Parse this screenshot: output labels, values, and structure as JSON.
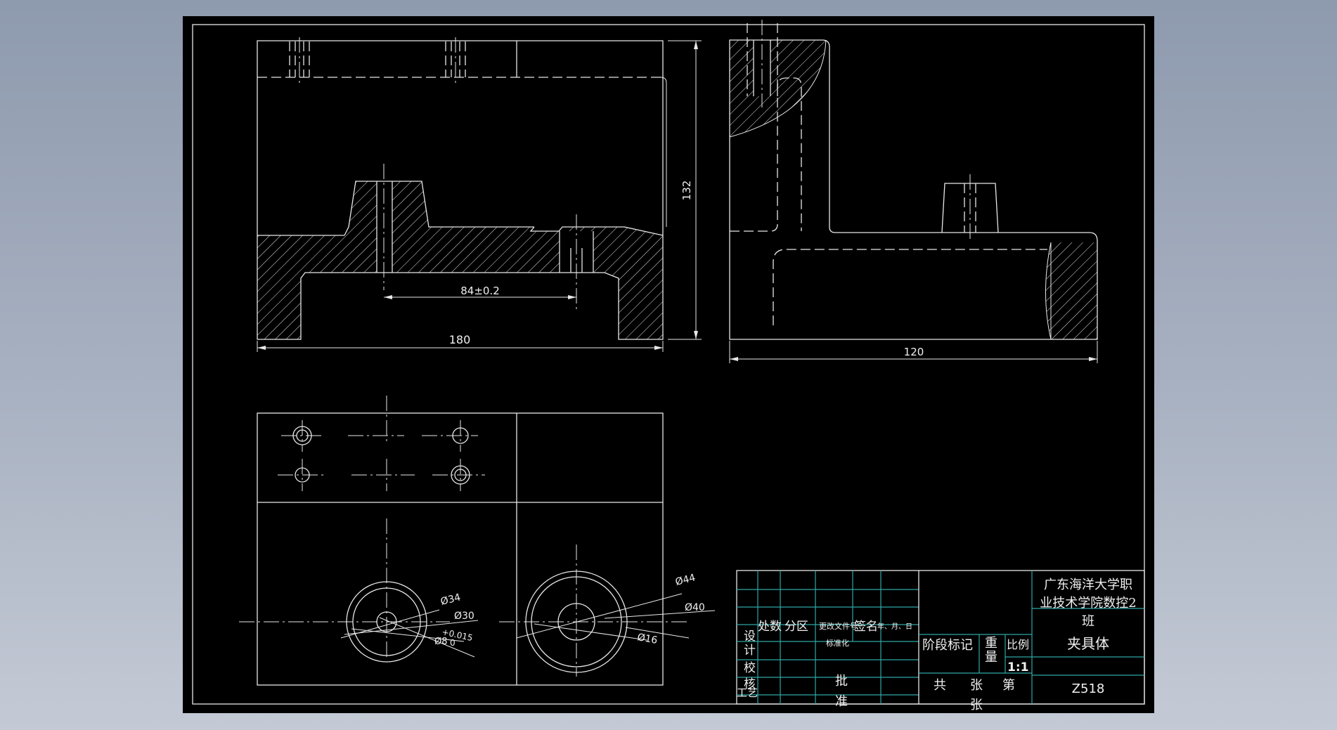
{
  "dimensions": {
    "front_width": "180",
    "front_height": "132",
    "hole_spacing": "84±0.2",
    "side_width": "120",
    "dia_34": "Ø34",
    "dia_30": "Ø30",
    "dia_8": "Ø8",
    "tol_8": "+0.015",
    "tol_8_low": "0",
    "dia_44": "Ø44",
    "dia_40": "Ø40",
    "dia_16": "Ø16"
  },
  "title_block": {
    "school_line1": "广东海洋大学职",
    "school_line2": "业技术学院数控2",
    "school_line3": "班",
    "part_name": "夹具体",
    "drawing_no": "Z518",
    "chu_shu": "处数",
    "fen_qu": "分区",
    "geng_gai": "更改文件号",
    "qian_ming": "签名",
    "date_ymd": "年、月、日",
    "standardize": "标准化",
    "stage_mark": "阶段标记",
    "weight": "重",
    "weight2": "量",
    "scale_label": "比例",
    "scale_value": "1:1",
    "design1": "设",
    "design2": "计",
    "check1": "校",
    "check2": "核",
    "process": "工艺",
    "approve1": "批",
    "approve2": "准",
    "total": "共",
    "sheets1": "张",
    "sheets2": "张",
    "sheet_no": "第"
  }
}
